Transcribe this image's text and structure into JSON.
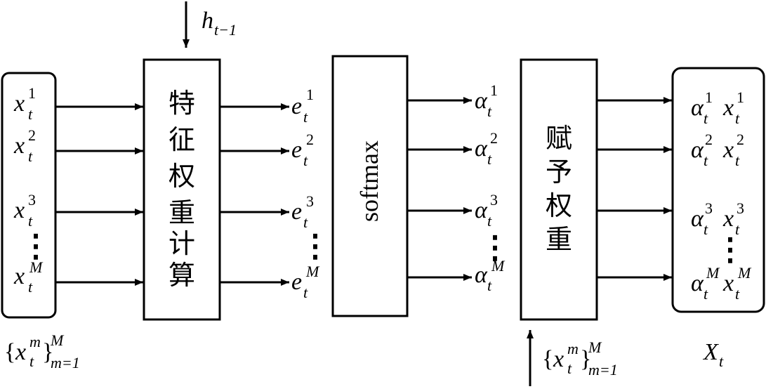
{
  "input": {
    "var": "x",
    "sub": "t",
    "sups": [
      "1",
      "2",
      "3",
      "M"
    ],
    "set_label": {
      "open": "{",
      "var": "x",
      "sub": "t",
      "sup": "m",
      "close": "}",
      "upper": "M",
      "lower": "m=1"
    }
  },
  "hidden": {
    "var": "h",
    "sub": "t−1"
  },
  "feature_box": {
    "chars": [
      "特",
      "征",
      "权",
      "重",
      "计",
      "算"
    ]
  },
  "energies": {
    "var": "e",
    "sub": "t",
    "sups": [
      "1",
      "2",
      "3",
      "M"
    ]
  },
  "softmax_box": {
    "label": "softmax"
  },
  "alphas": {
    "var": "α",
    "sub": "t",
    "sups": [
      "1",
      "2",
      "3",
      "M"
    ]
  },
  "weight_box": {
    "chars": [
      "赋",
      "予",
      "权",
      "重"
    ]
  },
  "bottom_input": {
    "open": "{",
    "var": "x",
    "sub": "t",
    "sup": "m",
    "close": "}",
    "upper": "M",
    "lower": "m=1"
  },
  "output": {
    "alpha_var": "α",
    "x_var": "x",
    "sub": "t",
    "sups": [
      "1",
      "2",
      "3",
      "M"
    ],
    "label": {
      "var": "X",
      "sub": "t"
    }
  },
  "ellipsis": "⋮"
}
